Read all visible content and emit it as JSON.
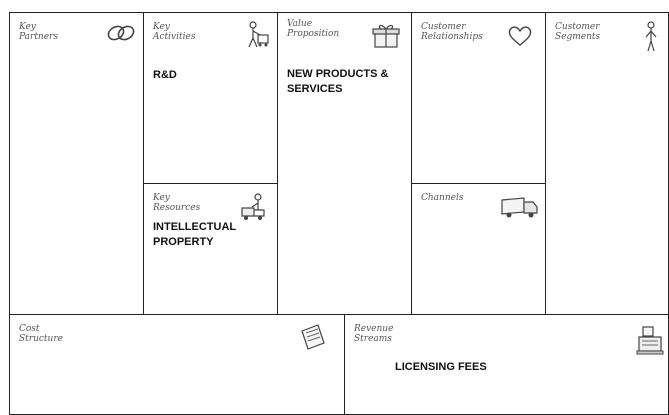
{
  "canvas": {
    "blocks": [
      {
        "id": "key-partners",
        "title": "Key\nPartners",
        "content": "",
        "icon": "chain-links-icon"
      },
      {
        "id": "key-activities",
        "title": "Key\nActivities",
        "content": "R&D",
        "icon": "worker-cart-icon"
      },
      {
        "id": "key-resources",
        "title": "Key\nResources",
        "content": "INTELLECTUAL\nPROPERTY",
        "icon": "forklift-worker-icon"
      },
      {
        "id": "value-proposition",
        "title": "Value\nProposition",
        "content": "NEW PRODUCTS &\nSERVICES",
        "icon": "gift-box-icon"
      },
      {
        "id": "customer-relationships",
        "title": "Customer\nRelationships",
        "content": "",
        "icon": "heart-icon"
      },
      {
        "id": "channels",
        "title": "Channels",
        "content": "",
        "icon": "delivery-truck-icon"
      },
      {
        "id": "customer-segments",
        "title": "Customer\nSegments",
        "content": "",
        "icon": "person-icon"
      },
      {
        "id": "cost-structure",
        "title": "Cost\nStructure",
        "content": "",
        "icon": "receipt-icon"
      },
      {
        "id": "revenue-streams",
        "title": "Revenue\nStreams",
        "content": "LICENSING FEES",
        "icon": "cash-register-icon"
      }
    ]
  }
}
